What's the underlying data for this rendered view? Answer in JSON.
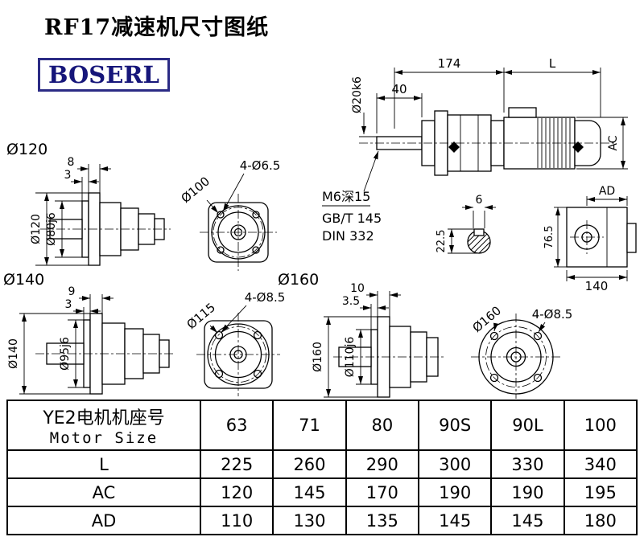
{
  "title": "RF17减速机尺寸图纸",
  "logo": "BOSERL",
  "assembly": {
    "dim_174": "174",
    "dim_L": "L",
    "dim_40": "40",
    "shaft_dia": "Ø20k6",
    "dim_AC": "AC",
    "note_tap": "M6深15",
    "note_gb": "GB/T 145",
    "note_din": "DIN 332"
  },
  "key_section": {
    "width": "6",
    "depth": "22.5"
  },
  "ad_view": {
    "label": "AD",
    "height": "76.5",
    "width": "140"
  },
  "view120": {
    "section": "Ø120",
    "flange_thickness": "8",
    "spigot_depth": "3",
    "flange_dia": "Ø120",
    "spigot_dia": "Ø80j6",
    "holes": "4-Ø6.5",
    "bolt_circle": "Ø100"
  },
  "view140": {
    "section": "Ø140",
    "flange_thickness": "9",
    "spigot_depth": "3",
    "flange_dia": "Ø140",
    "spigot_dia": "Ø95j6",
    "holes": "4-Ø8.5",
    "bolt_circle": "Ø115"
  },
  "view160": {
    "section": "Ø160",
    "flange_thickness": "10",
    "spigot_depth": "3.5",
    "flange_dia": "Ø160",
    "spigot_dia": "Ø110j6",
    "holes": "4-Ø8.5",
    "bolt_circle": "Ø160"
  },
  "table": {
    "header_cn": "YE2电机机座号",
    "header_en": "Motor Size",
    "sizes": [
      "63",
      "71",
      "80",
      "90S",
      "90L",
      "100"
    ],
    "rows": [
      {
        "label": "L",
        "values": [
          "225",
          "260",
          "290",
          "300",
          "330",
          "340"
        ]
      },
      {
        "label": "AC",
        "values": [
          "120",
          "145",
          "170",
          "190",
          "190",
          "195"
        ]
      },
      {
        "label": "AD",
        "values": [
          "110",
          "130",
          "135",
          "145",
          "145",
          "180"
        ]
      }
    ]
  }
}
